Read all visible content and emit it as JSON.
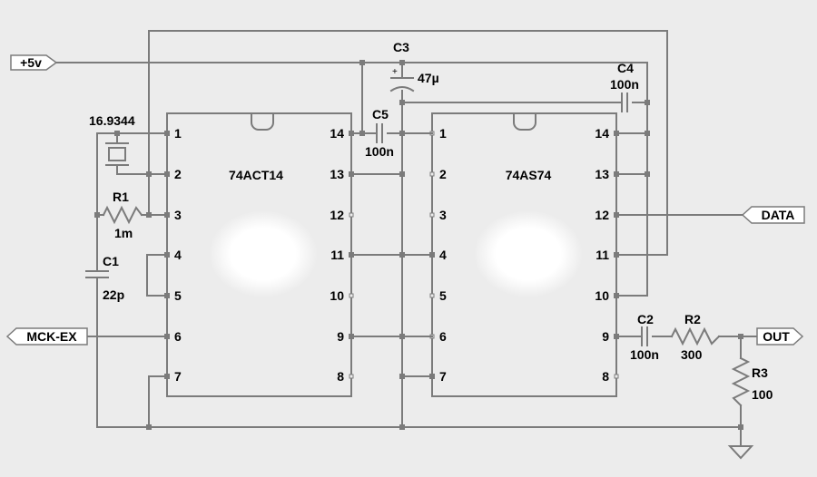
{
  "chips": {
    "u1": {
      "name": "74ACT14",
      "pins": [
        "1",
        "2",
        "3",
        "4",
        "5",
        "6",
        "7",
        "8",
        "9",
        "10",
        "11",
        "12",
        "13",
        "14"
      ]
    },
    "u2": {
      "name": "74AS74",
      "pins": [
        "1",
        "2",
        "3",
        "4",
        "5",
        "6",
        "7",
        "8",
        "9",
        "10",
        "11",
        "12",
        "13",
        "14"
      ]
    }
  },
  "ports": {
    "vcc": "+5v",
    "mck": "MCK-EX",
    "data": "DATA",
    "out": "OUT"
  },
  "parts": {
    "xtal": {
      "value": "16.9344"
    },
    "r1": {
      "name": "R1",
      "value": "1m"
    },
    "c1": {
      "name": "C1",
      "value": "22p"
    },
    "c3": {
      "name": "C3",
      "value": "47µ",
      "polarity": "+"
    },
    "c4": {
      "name": "C4",
      "value": "100n"
    },
    "c5": {
      "name": "C5",
      "value": "100n"
    },
    "c2": {
      "name": "C2",
      "value": "100n"
    },
    "r2": {
      "name": "R2",
      "value": "300"
    },
    "r3": {
      "name": "R3",
      "value": "100"
    }
  }
}
